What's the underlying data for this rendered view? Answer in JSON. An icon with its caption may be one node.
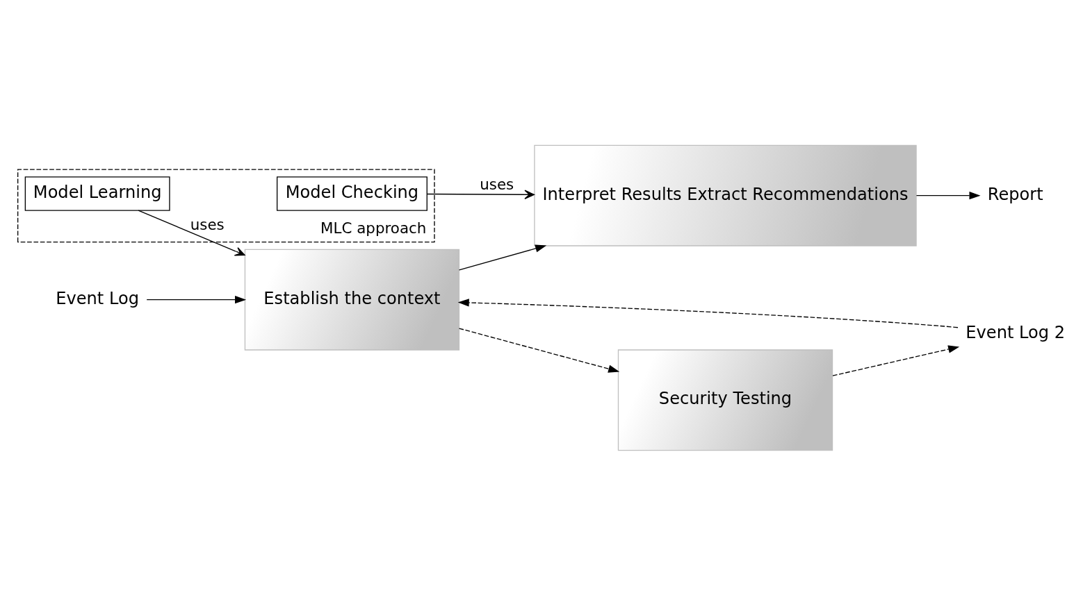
{
  "diagram": {
    "nodes": [
      {
        "text": [
          "Event Log"
        ]
      },
      {
        "text": [
          "Establish the context"
        ]
      },
      {
        "text": [
          "Interpret Results Extract Recommendations"
        ]
      },
      {
        "text": [
          "Report"
        ]
      },
      {
        "text": [
          "MLC approach"
        ]
      },
      {
        "text": [
          "Model Learning"
        ],
        "in": 4
      },
      {
        "text": [
          "Model Checking"
        ],
        "in": 4
      },
      {
        "text": [
          "Security Testing"
        ]
      },
      {
        "text": [
          "Event Log 2"
        ]
      }
    ],
    "edges": [
      {
        "from": 0,
        "to": 1,
        "arrow": "to"
      },
      {
        "from": 8,
        "to": 1,
        "arrow": "to",
        "style": "dashed"
      },
      {
        "from": 1,
        "to": 2,
        "arrow": "to"
      },
      {
        "from": 2,
        "to": 3,
        "arrow": "to"
      },
      {
        "from": 5,
        "to": 1,
        "arrow": "to",
        "label": "uses"
      },
      {
        "from": 6,
        "to": 2,
        "arrow": "to",
        "label": "uses"
      },
      {
        "from": 1,
        "to": 7,
        "arrow": "to",
        "style": "dashed"
      },
      {
        "from": 7,
        "to": 8,
        "arrow": "to",
        "style": "dashed"
      }
    ]
  }
}
